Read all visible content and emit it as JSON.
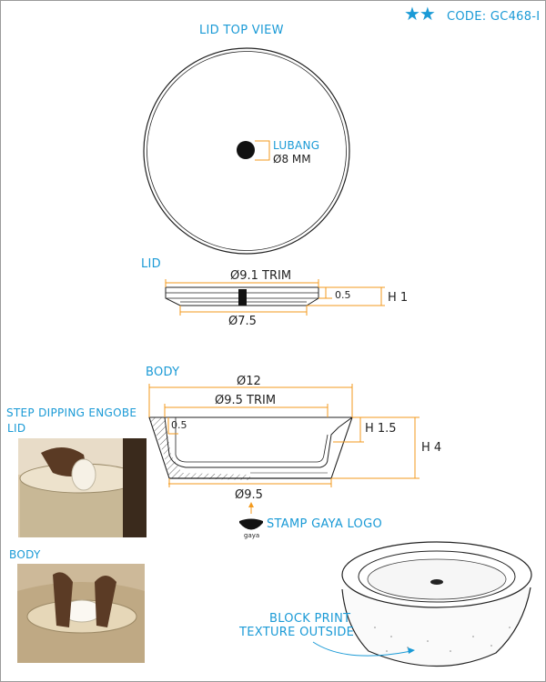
{
  "header": {
    "stars": "★★",
    "code": "CODE: GC468-I"
  },
  "lid_top": {
    "title": "LID TOP VIEW",
    "hole_label": "LUBANG",
    "hole_size": "Ø8 MM"
  },
  "lid": {
    "title": "LID",
    "trim": "Ø9.1 TRIM",
    "bottom": "Ø7.5",
    "thickness": "0.5",
    "height": "H 1"
  },
  "body": {
    "title": "BODY",
    "outer": "Ø12",
    "trim": "Ø9.5 TRIM",
    "wall": "0.5",
    "inner_height": "H 1.5",
    "height": "H 4",
    "base": "Ø9.5"
  },
  "stamp": {
    "label": "STAMP GAYA LOGO",
    "logo_text": "gaya"
  },
  "photos": {
    "heading": "STEP DIPPING ENGOBE",
    "lid_label": "LID",
    "body_label": "BODY"
  },
  "render": {
    "note_line1": "BLOCK PRINT",
    "note_line2": "TEXTURE OUTSIDE"
  },
  "colors": {
    "accent": "#1a9ad6",
    "dimension": "#f39a1e",
    "line": "#222222"
  }
}
